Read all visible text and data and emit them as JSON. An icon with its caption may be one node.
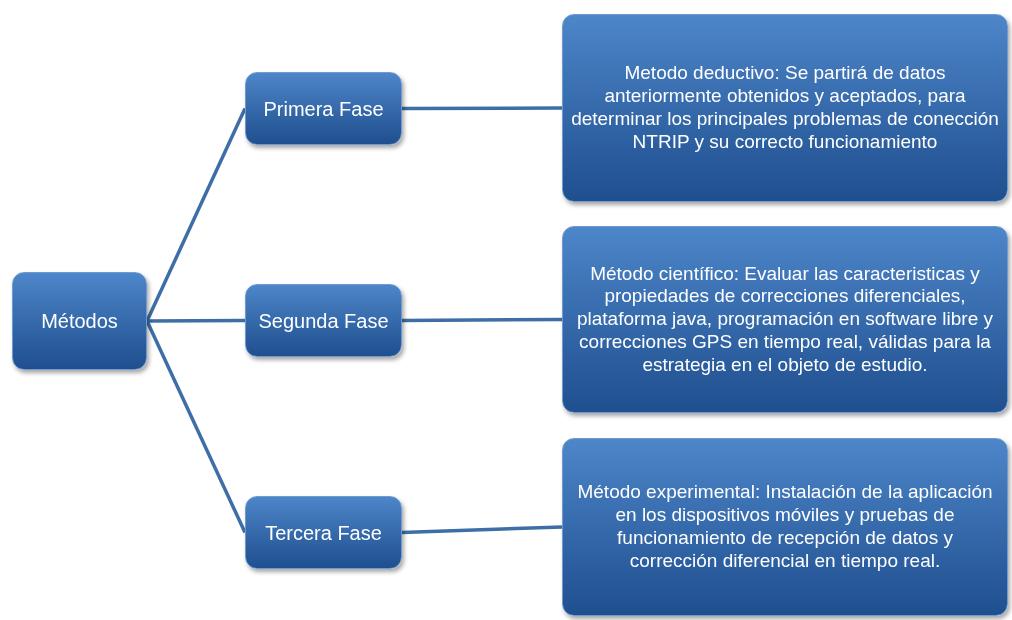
{
  "diagram": {
    "nodes": [
      {
        "text": [
          "Métodos"
        ]
      },
      {
        "text": [
          "Primera Fase"
        ]
      },
      {
        "text": [
          "Segunda Fase"
        ]
      },
      {
        "text": [
          "Tercera Fase"
        ]
      },
      {
        "text": [
          "Metodo deductivo: Se partirá de datos anteriormente obtenidos y aceptados, para determinar los principales problemas de conección NTRIP y su correcto funcionamiento"
        ]
      },
      {
        "text": [
          "Método científico: Evaluar las caracteristicas y propiedades de correcciones diferenciales, plataforma java, programación en software libre y correcciones GPS en tiempo real, válidas para la estrategia en el objeto de estudio."
        ]
      },
      {
        "text": [
          "Método experimental: Instalación de la aplicación en los dispositivos móviles y pruebas de funcionamiento de recepción de datos y corrección diferencial en tiempo real."
        ]
      }
    ],
    "edges": [
      {
        "from": 0,
        "to": 1,
        "arrow": "none"
      },
      {
        "from": 0,
        "to": 2,
        "arrow": "none"
      },
      {
        "from": 0,
        "to": 3,
        "arrow": "none"
      },
      {
        "from": 1,
        "to": 4,
        "arrow": "none"
      },
      {
        "from": 2,
        "to": 5,
        "arrow": "none"
      },
      {
        "from": 3,
        "to": 6,
        "arrow": "none"
      }
    ]
  }
}
